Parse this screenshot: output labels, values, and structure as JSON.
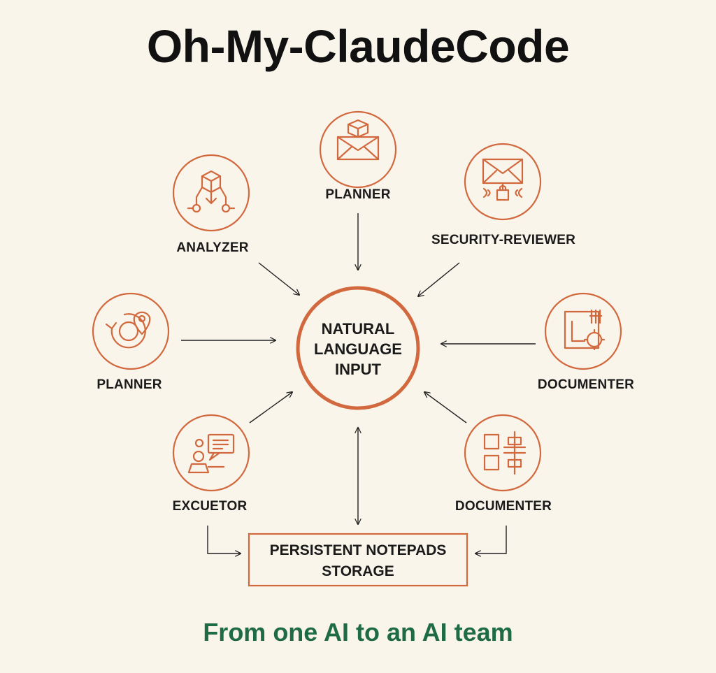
{
  "title": "Oh-My-ClaudeCode",
  "hub": {
    "lines": [
      "NATURAL",
      "LANGUAGE",
      "INPUT"
    ]
  },
  "storage": {
    "lines": [
      "PERSISTENT NOTEPADS",
      "STORAGE"
    ]
  },
  "agents": [
    {
      "id": "top",
      "label": "PLANNER",
      "icon": "envelope-box-icon"
    },
    {
      "id": "upper-left",
      "label": "ANALYZER",
      "icon": "cube-branch-icon"
    },
    {
      "id": "upper-right",
      "label": "SECURITY-REVIEWER",
      "icon": "envelope-lock-icon"
    },
    {
      "id": "left",
      "label": "PLANNER",
      "icon": "target-location-icon"
    },
    {
      "id": "right",
      "label": "DOCUMENTER",
      "icon": "document-gear-icon"
    },
    {
      "id": "lower-left",
      "label": "EXCUETOR",
      "icon": "person-chat-icon"
    },
    {
      "id": "lower-right",
      "label": "DOCUMENTER",
      "icon": "blocks-slider-icon"
    }
  ],
  "tagline": "From one AI to an AI team",
  "colors": {
    "accent": "#d2693e",
    "text": "#1a1a1a",
    "tagline": "#1e6b45",
    "background": "#faf5eb"
  }
}
